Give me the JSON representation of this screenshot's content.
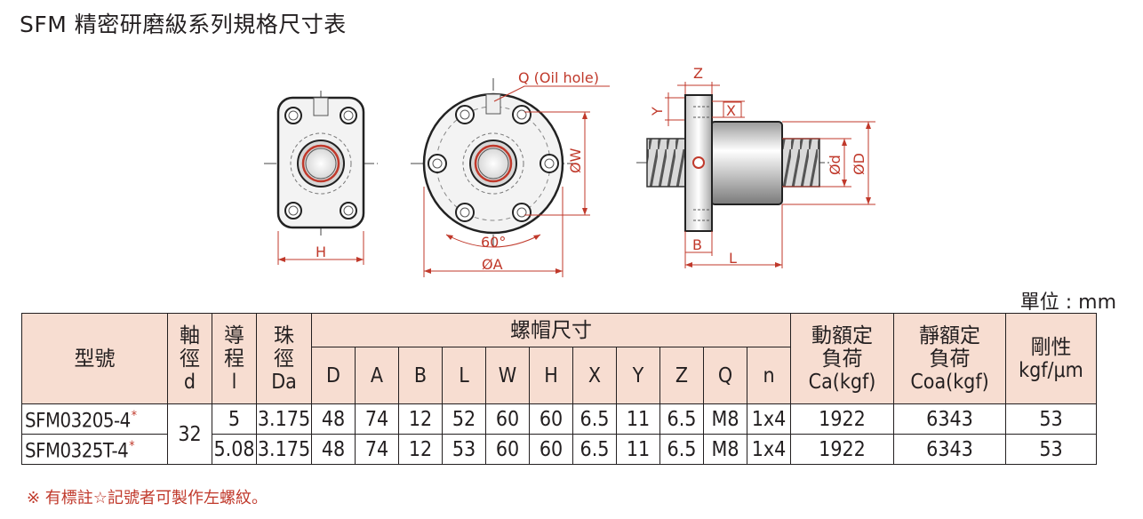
{
  "title": "SFM 精密研磨級系列規格尺寸表",
  "unit": "單位 : mm",
  "drawing": {
    "oil_hole_label": "Q (Oil hole)",
    "w_label": "ØW",
    "h_label": "H",
    "angle_label": "60°",
    "a_label": "ØA",
    "z_label": "Z",
    "y_label": "Y",
    "x_label": "X",
    "d_label": "Ød",
    "D_label": "ØD",
    "b_label": "B",
    "l_label": "L",
    "accent_color": "#c0392b"
  },
  "table": {
    "header": {
      "model": "型號",
      "shaft_l1": "軸",
      "shaft_l2": "徑",
      "shaft_l3": "d",
      "lead_l1": "導",
      "lead_l2": "程",
      "lead_l3": "l",
      "ball_l1": "珠",
      "ball_l2": "徑",
      "ball_l3": "Da",
      "nut_dims": "螺帽尺寸",
      "dyn_l1": "動額定",
      "dyn_l2": "負荷",
      "dyn_l3": "Ca(kgf)",
      "sta_l1": "靜額定",
      "sta_l2": "負荷",
      "sta_l3": "Coa(kgf)",
      "stiff_l1": "剛性",
      "stiff_l2": "kgf/μm",
      "cols": [
        "D",
        "A",
        "B",
        "L",
        "W",
        "H",
        "X",
        "Y",
        "Z",
        "Q",
        "n"
      ]
    },
    "shaft_value": "32",
    "star": "*",
    "rows": [
      {
        "model": "SFM03205-4",
        "lead": "5",
        "ball": "3.175",
        "dims": [
          "48",
          "74",
          "12",
          "52",
          "60",
          "60",
          "6.5",
          "11",
          "6.5",
          "M8",
          "1x4"
        ],
        "ca": "1922",
        "coa": "6343",
        "stiffness": "53"
      },
      {
        "model": "SFM0325T-4",
        "lead": "5.08",
        "ball": "3.175",
        "dims": [
          "48",
          "74",
          "12",
          "53",
          "60",
          "60",
          "6.5",
          "11",
          "6.5",
          "M8",
          "1x4"
        ],
        "ca": "1922",
        "coa": "6343",
        "stiffness": "53"
      }
    ]
  },
  "note": "※ 有標註☆記號者可製作左螺紋。"
}
